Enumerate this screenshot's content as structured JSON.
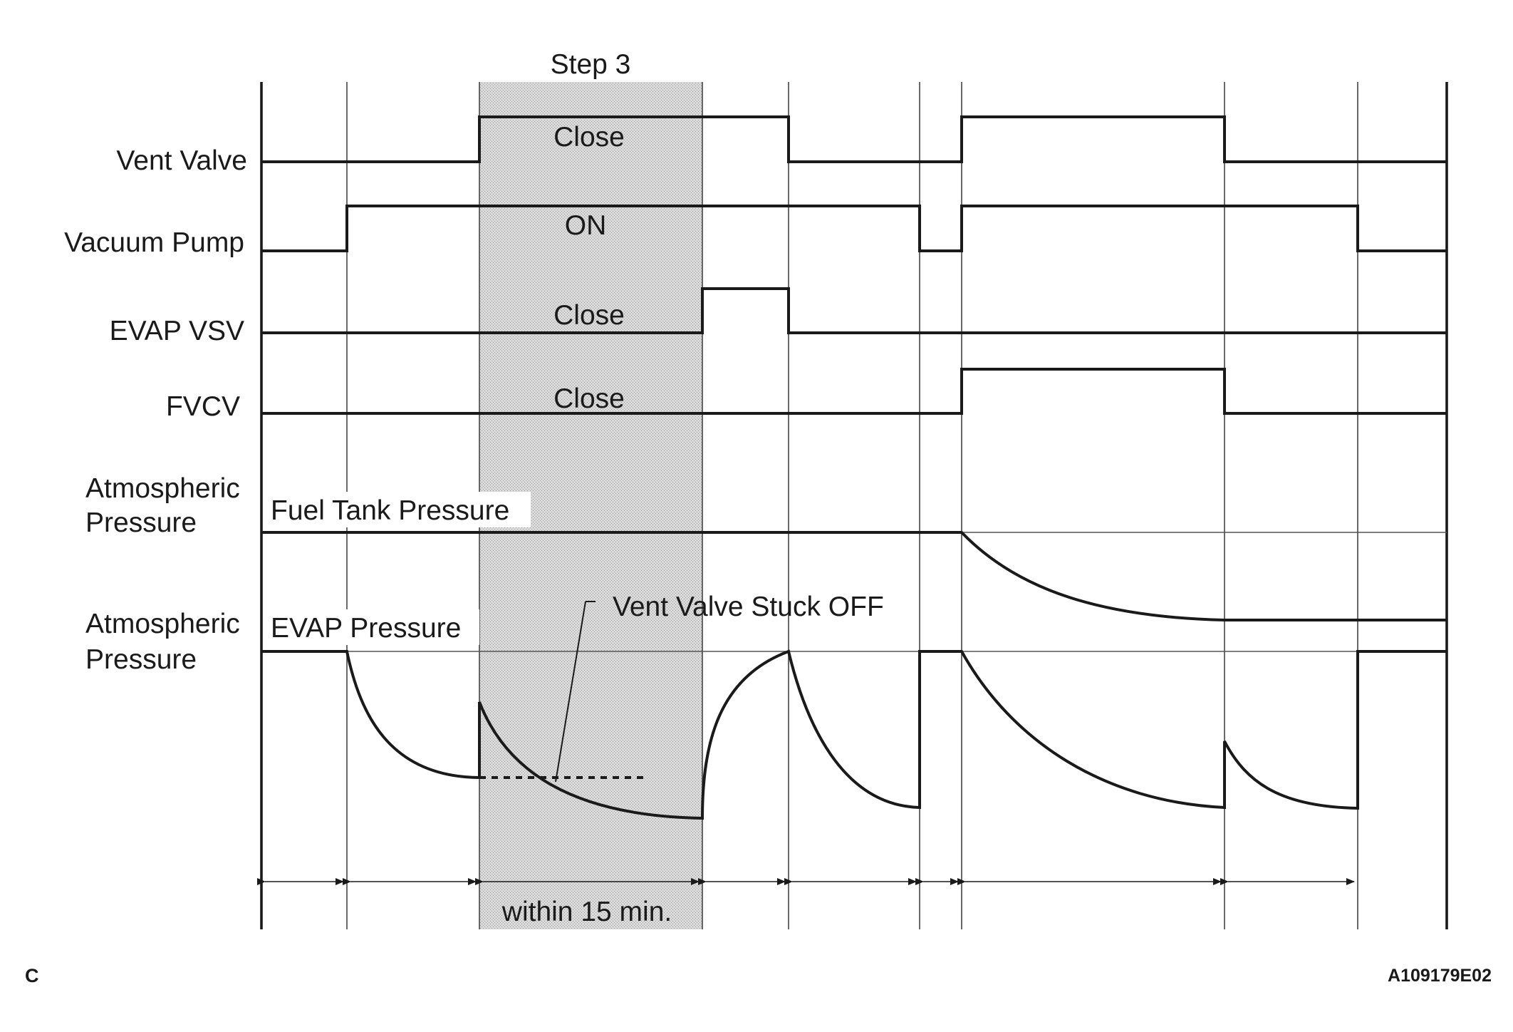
{
  "diagram": {
    "step_label": "Step 3",
    "rows": [
      {
        "label": "Vent Valve",
        "state": "Close"
      },
      {
        "label": "Vacuum Pump",
        "state": "ON"
      },
      {
        "label": "EVAP VSV",
        "state": "Close"
      },
      {
        "label": "FVCV",
        "state": "Close"
      }
    ],
    "pressure_rows": [
      {
        "label_line1": "Atmospheric",
        "label_line2": "Pressure",
        "trace": "Fuel Tank Pressure"
      },
      {
        "label_line1": "Atmospheric",
        "label_line2": "Pressure",
        "trace": "EVAP Pressure"
      }
    ],
    "annotation": "Vent Valve Stuck OFF",
    "duration_label": "within 15 min.",
    "corner_label": "C",
    "figure_code": "A109179E02"
  }
}
